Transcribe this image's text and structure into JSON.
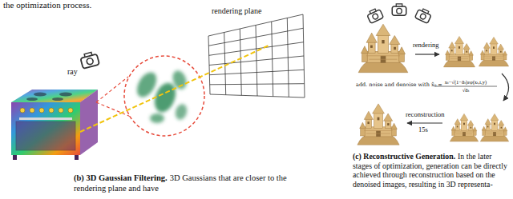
{
  "diagram": {
    "labels": [
      "the optimization process.",
      "ray",
      "rendering plane",
      "rendering",
      "add. noise and denoise with x̂₀ =",
      "xₜ−√(1−ᾱₜ)εφ(xₜ,t,y)",
      "√ᾱₜ",
      "reconstruction",
      "15s",
      "(b) 3D Gaussian Filtering.",
      "3D Gaussians that are closer to the rendering plane and have",
      "(c) Reconstructive Generation.",
      "In the later stages of optimization, generation can be directly achieved through reconstruction based on the denoised images, resulting in 3D representa-"
    ]
  }
}
